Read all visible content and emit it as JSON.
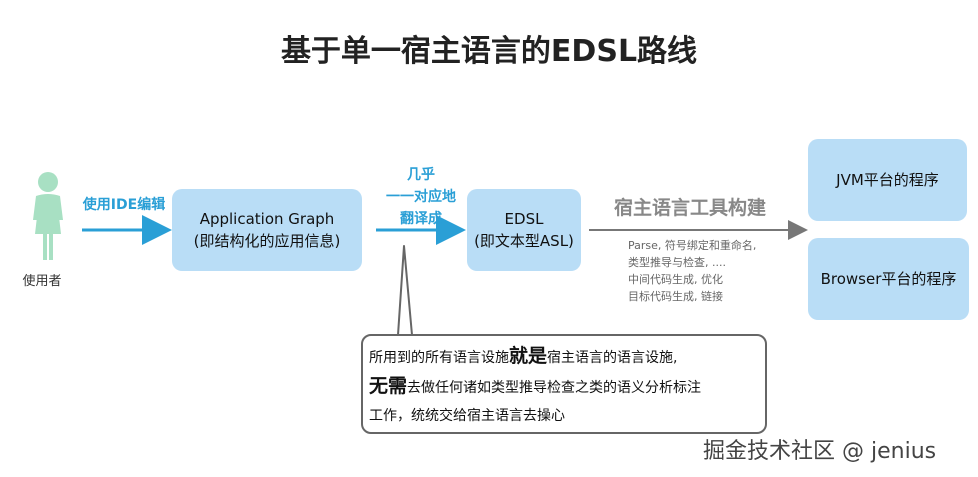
{
  "title": "基于单一宿主语言的EDSL路线",
  "user": {
    "label": "使用者",
    "color": "#a8e0c3"
  },
  "edge_ide": "使用IDE编辑",
  "app_graph": {
    "line1": "Application Graph",
    "line2": "(即结构化的应用信息)"
  },
  "edge_translate": {
    "line1": "几乎",
    "line2": "一一对应地",
    "line3": "翻译成"
  },
  "edsl": {
    "line1": "EDSL",
    "line2": "(即文本型ASL)"
  },
  "host_tool": {
    "label": "宿主语言工具构建",
    "steps": [
      "Parse, 符号绑定和重命名,",
      "类型推导与检查, ....",
      "中间代码生成, 优化",
      "目标代码生成, 链接"
    ]
  },
  "targets": {
    "jvm": "JVM平台的程序",
    "browser": "Browser平台的程序"
  },
  "callout": {
    "l1_a": "所用到的所有语言设施",
    "l1_b": "就是",
    "l1_c": "宿主语言的语言设施,",
    "l2_a": "无需",
    "l2_b": "去做任何诸如类型推导检查之类的语义分析标注",
    "l3": "工作，统统交给宿主语言去操心"
  },
  "watermark": "掘金技术社区 @ jenius",
  "colors": {
    "box": "#b9ddf6",
    "accent_blue": "#2a9fd6",
    "arrow_gray": "#777777"
  }
}
